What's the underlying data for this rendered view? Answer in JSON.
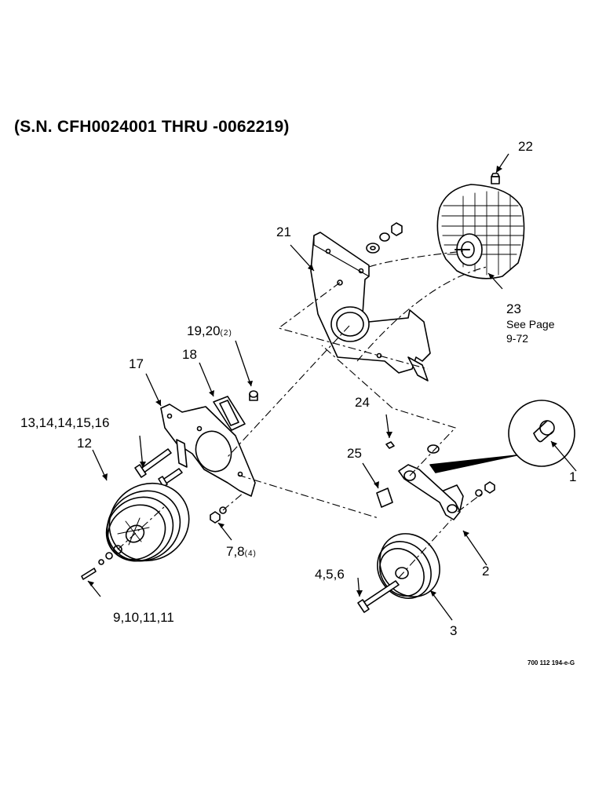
{
  "title": "(S.N. CFH0024001 THRU -0062219)",
  "drawing_code": "700 112 194-e-G",
  "callouts": {
    "c1": "1",
    "c2": "2",
    "c3": "3",
    "c456": "4,5,6",
    "c78": "7,8",
    "c78_qty": "(4)",
    "c9to11": "9,10,11,11",
    "c12": "12",
    "c13to16": "13,14,14,15,16",
    "c17": "17",
    "c18": "18",
    "c1920": "19,20",
    "c1920_qty": "(2)",
    "c21": "21",
    "c22": "22",
    "c23": "23",
    "c23_note1": "See Page",
    "c23_note2": "9-72",
    "c24": "24",
    "c25": "25"
  }
}
